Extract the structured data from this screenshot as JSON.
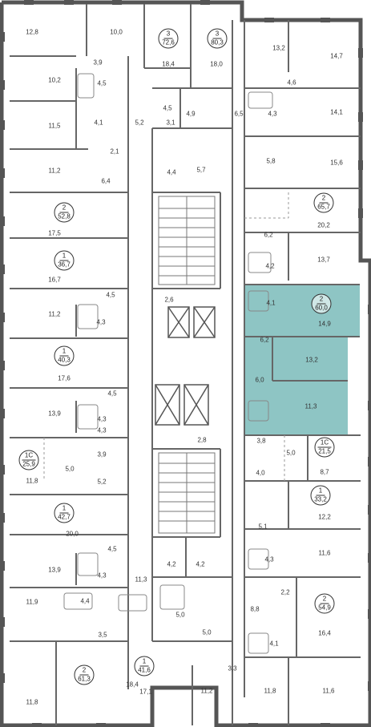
{
  "colors": {
    "wall": "#555555",
    "highlight": "#8ec5c4",
    "window": "#888888",
    "line": "#777777"
  },
  "apartments": [
    {
      "id": "a1",
      "rooms": "3",
      "area": "72,6"
    },
    {
      "id": "a2",
      "rooms": "3",
      "area": "80,3"
    },
    {
      "id": "a3",
      "rooms": "2",
      "area": "52,8"
    },
    {
      "id": "a4",
      "rooms": "2",
      "area": "65,7"
    },
    {
      "id": "a5",
      "rooms": "1",
      "area": "36,7"
    },
    {
      "id": "a6",
      "rooms": "2",
      "area": "60,0",
      "highlighted": true
    },
    {
      "id": "a7",
      "rooms": "1",
      "area": "40,3"
    },
    {
      "id": "a8",
      "rooms": "1С",
      "area": "25,9"
    },
    {
      "id": "a9",
      "rooms": "1С",
      "area": "21,5"
    },
    {
      "id": "a10",
      "rooms": "1",
      "area": "33,2"
    },
    {
      "id": "a11",
      "rooms": "1",
      "area": "42,7"
    },
    {
      "id": "a12",
      "rooms": "2",
      "area": "54,9"
    },
    {
      "id": "a13",
      "rooms": "1",
      "area": "41,6"
    },
    {
      "id": "a14",
      "rooms": "2",
      "area": "61,3"
    }
  ],
  "room_labels": [
    "12,8",
    "10,0",
    "18,4",
    "18,0",
    "13,2",
    "14,7",
    "3,9",
    "10,2",
    "4,5",
    "4,6",
    "14,1",
    "4,5",
    "4,9",
    "6,5",
    "4,3",
    "11,5",
    "4,1",
    "5,2",
    "3,1",
    "2,1",
    "5,8",
    "15,6",
    "11,2",
    "6,4",
    "4,4",
    "5,7",
    "17,5",
    "20,2",
    "6,2",
    "16,7",
    "4,2",
    "13,7",
    "2,6",
    "4,5",
    "11,2",
    "4,3",
    "4,1",
    "14,9",
    "6,2",
    "13,2",
    "17,6",
    "4,5",
    "6,0",
    "13,9",
    "4,3",
    "4,3",
    "11,3",
    "2,8",
    "3,9",
    "3,8",
    "5,0",
    "11,8",
    "5,0",
    "5,2",
    "4,0",
    "8,7",
    "12,2",
    "20,0",
    "5,1",
    "4,5",
    "11,6",
    "13,9",
    "4,3",
    "4,2",
    "4,2",
    "4,3",
    "2,2",
    "11,3",
    "5,0",
    "8,8",
    "4,4",
    "11,9",
    "3,5",
    "5,0",
    "3,3",
    "4,1",
    "16,4",
    "18,4",
    "11,8",
    "17,1",
    "11,2",
    "11,8",
    "11,6"
  ]
}
